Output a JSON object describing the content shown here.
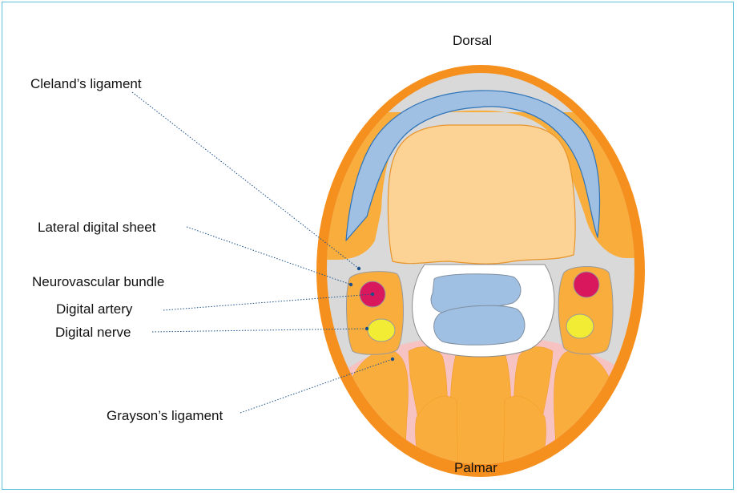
{
  "orientation": {
    "top": "Dorsal",
    "bottom": "Palmar"
  },
  "labels": {
    "clelands_ligament": "Cleland’s ligament",
    "lateral_digital_sheet": "Lateral digital sheet",
    "neurovascular_bundle": "Neurovascular bundle",
    "digital_artery": "Digital artery",
    "digital_nerve": "Digital nerve",
    "graysons_ligament": "Grayson’s ligament"
  },
  "colors": {
    "frame_border": "#5fc0dc",
    "skin_outer": "#f5901e",
    "subcutaneous": "#f9ad3d",
    "bone": "#fdd295",
    "tendon": "#9fbfe3",
    "fascia": "#d9d9d9",
    "artery": "#d9175c",
    "nerve": "#f2ec34",
    "palmar_septa": "#f6c3c2",
    "leader_line": "#1b4f8a"
  }
}
